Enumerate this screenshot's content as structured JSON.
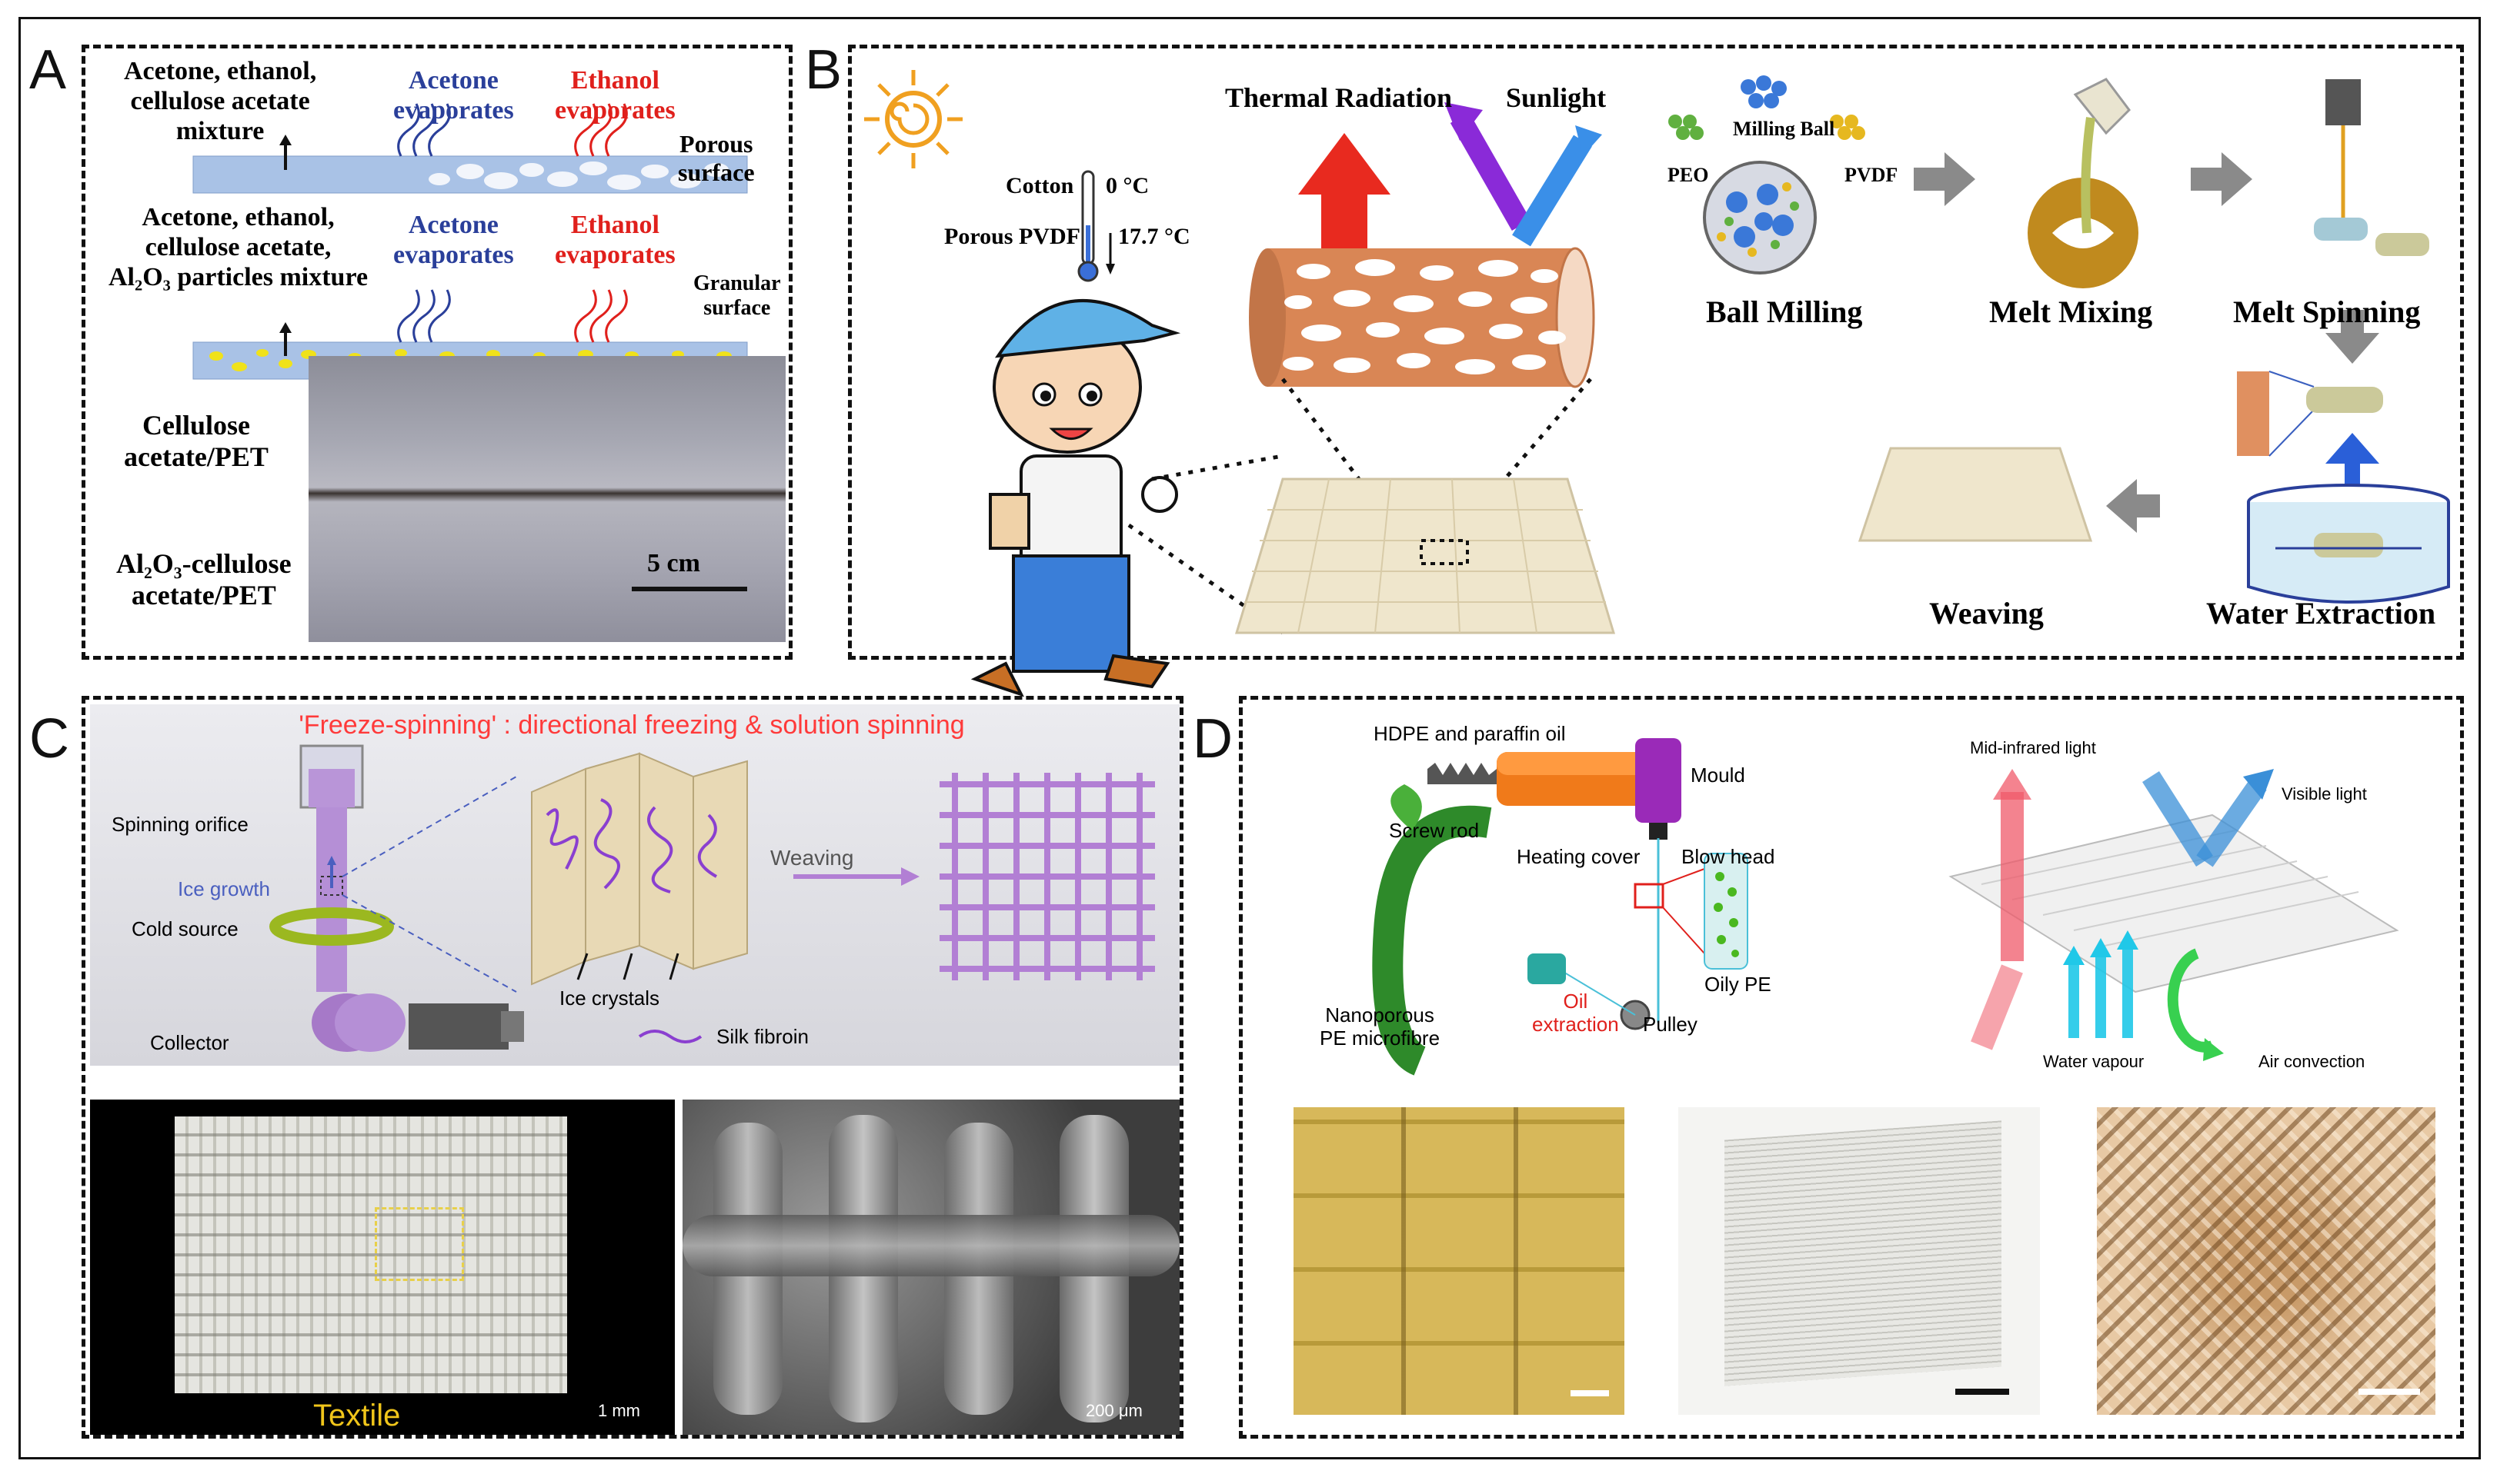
{
  "panels": {
    "A": {
      "label": "A",
      "top_left": "Acetone, ethanol,\ncellulose acetate\nmixture",
      "top_evap_acetone": "Acetone\nevaporates",
      "top_evap_ethanol": "Ethanol\nevaporates",
      "top_right": "Porous\nsurface",
      "bottom_left": "Acetone, ethanol,\ncellulose acetate,\nAl₂O₃ particles mixture",
      "bottom_evap_acetone": "Acetone\nevaporates",
      "bottom_evap_ethanol": "Ethanol\nevaporates",
      "bottom_right": "Granular\nsurface",
      "photo_label_top": "Cellulose\nacetate/PET",
      "photo_label_bottom": "Al₂O₃-cellulose\nacetate/PET",
      "scale_bar": "5 cm"
    },
    "B": {
      "label": "B",
      "cotton": "Cotton",
      "cotton_temp": "0 °C",
      "pvdf": "Porous PVDF",
      "pvdf_temp": "17.7 °C",
      "thermal": "Thermal Radiation",
      "sunlight": "Sunlight",
      "milling_ball": "Milling Ball",
      "peo": "PEO",
      "pvdf_label": "PVDF",
      "ball_milling": "Ball Milling",
      "melt_mixing": "Melt Mixing",
      "melt_spinning": "Melt Spinning",
      "weaving": "Weaving",
      "water_extraction": "Water Extraction"
    },
    "C": {
      "label": "C",
      "title": "'Freeze-spinning' : directional freezing & solution spinning",
      "spinning_orifice": "Spinning orifice",
      "ice_growth": "Ice growth",
      "cold_source": "Cold source",
      "collector": "Collector",
      "ice_crystals": "Ice crystals",
      "silk_fibroin": "Silk fibroin",
      "weaving": "Weaving",
      "textile": "Textile",
      "scale_1": "1 mm",
      "scale_2": "200 μm"
    },
    "D": {
      "label": "D",
      "hdpe": "HDPE and paraffin oil",
      "mould": "Mould",
      "screw_rod": "Screw rod",
      "heating_cover": "Heating cover",
      "blow_head": "Blow head",
      "oily_pe": "Oily PE",
      "oil_extraction": "Oil\nextraction",
      "pulley": "Pulley",
      "nanoporous": "Nanoporous\nPE microfibre",
      "mid_ir": "Mid-infrared light",
      "visible": "Visible light",
      "water_vapour": "Water vapour",
      "air_convection": "Air convection"
    }
  },
  "colors": {
    "red": "#e0201c",
    "blue": "#2a3f9a",
    "purple": "#b27fd4",
    "pink_title": "#ff3a3a"
  }
}
